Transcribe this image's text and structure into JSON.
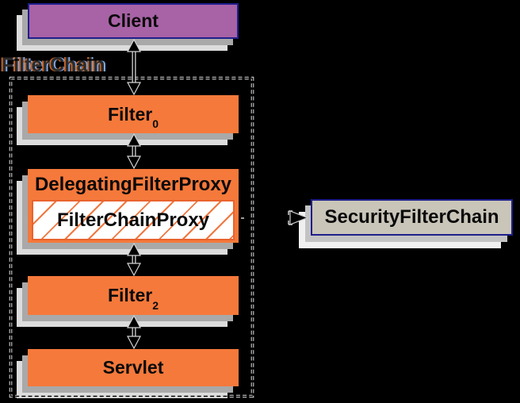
{
  "container": {
    "label": "FilterChain"
  },
  "nodes": {
    "client": {
      "label": "Client"
    },
    "filter0": {
      "label": "Filter",
      "sub": "0"
    },
    "dfp": {
      "label": "DelegatingFilterProxy"
    },
    "fcp": {
      "label": "FilterChainProxy"
    },
    "filter2": {
      "label": "Filter",
      "sub": "2"
    },
    "servlet": {
      "label": "Servlet"
    },
    "sfc": {
      "label": "SecurityFilterChain"
    }
  },
  "colors": {
    "background": "#000000",
    "orange": "#f5793b",
    "purple": "#a862a6",
    "navy": "#1f1f8b",
    "tan": "#c9c5b9",
    "shadow1": "#a9a9a9",
    "shadow2": "#dcdcdc",
    "sfc_shadow1": "#c3c3c3",
    "sfc_shadow2": "#f0f0f0",
    "casing": "#d4d4d4",
    "hatch": "#f0773f",
    "inner_border": "#e8632e"
  }
}
